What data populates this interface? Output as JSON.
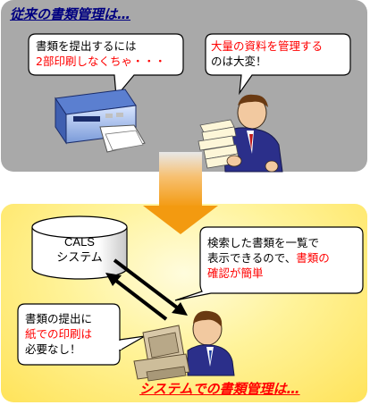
{
  "top_title": "従来の書類管理は…",
  "bottom_title": "システムでの書類管理は…",
  "bubble_print": {
    "line1": "書類を提出するには",
    "line2": "2部印刷しなくちゃ・・・"
  },
  "bubble_volume": {
    "line1": "大量の資料を管理する",
    "line2": "のは大変！"
  },
  "bubble_search": {
    "line1": "検索した書類を一覧で",
    "line2_black": "表示できるので、",
    "line2_red": "書類の",
    "line3": "確認が簡単"
  },
  "bubble_submit": {
    "line1": "書類の提出に",
    "line2": "紙での印刷は",
    "line3": "必要なし！"
  },
  "system_label": {
    "line1": "CALS",
    "line2": "システム"
  },
  "colors": {
    "top_bg": "#a9a9a9",
    "bottom_bg": "#fff39a",
    "title_top": "#000080",
    "title_bottom": "#ff0000",
    "highlight": "#ff0000",
    "arrow": "#f0a010"
  }
}
